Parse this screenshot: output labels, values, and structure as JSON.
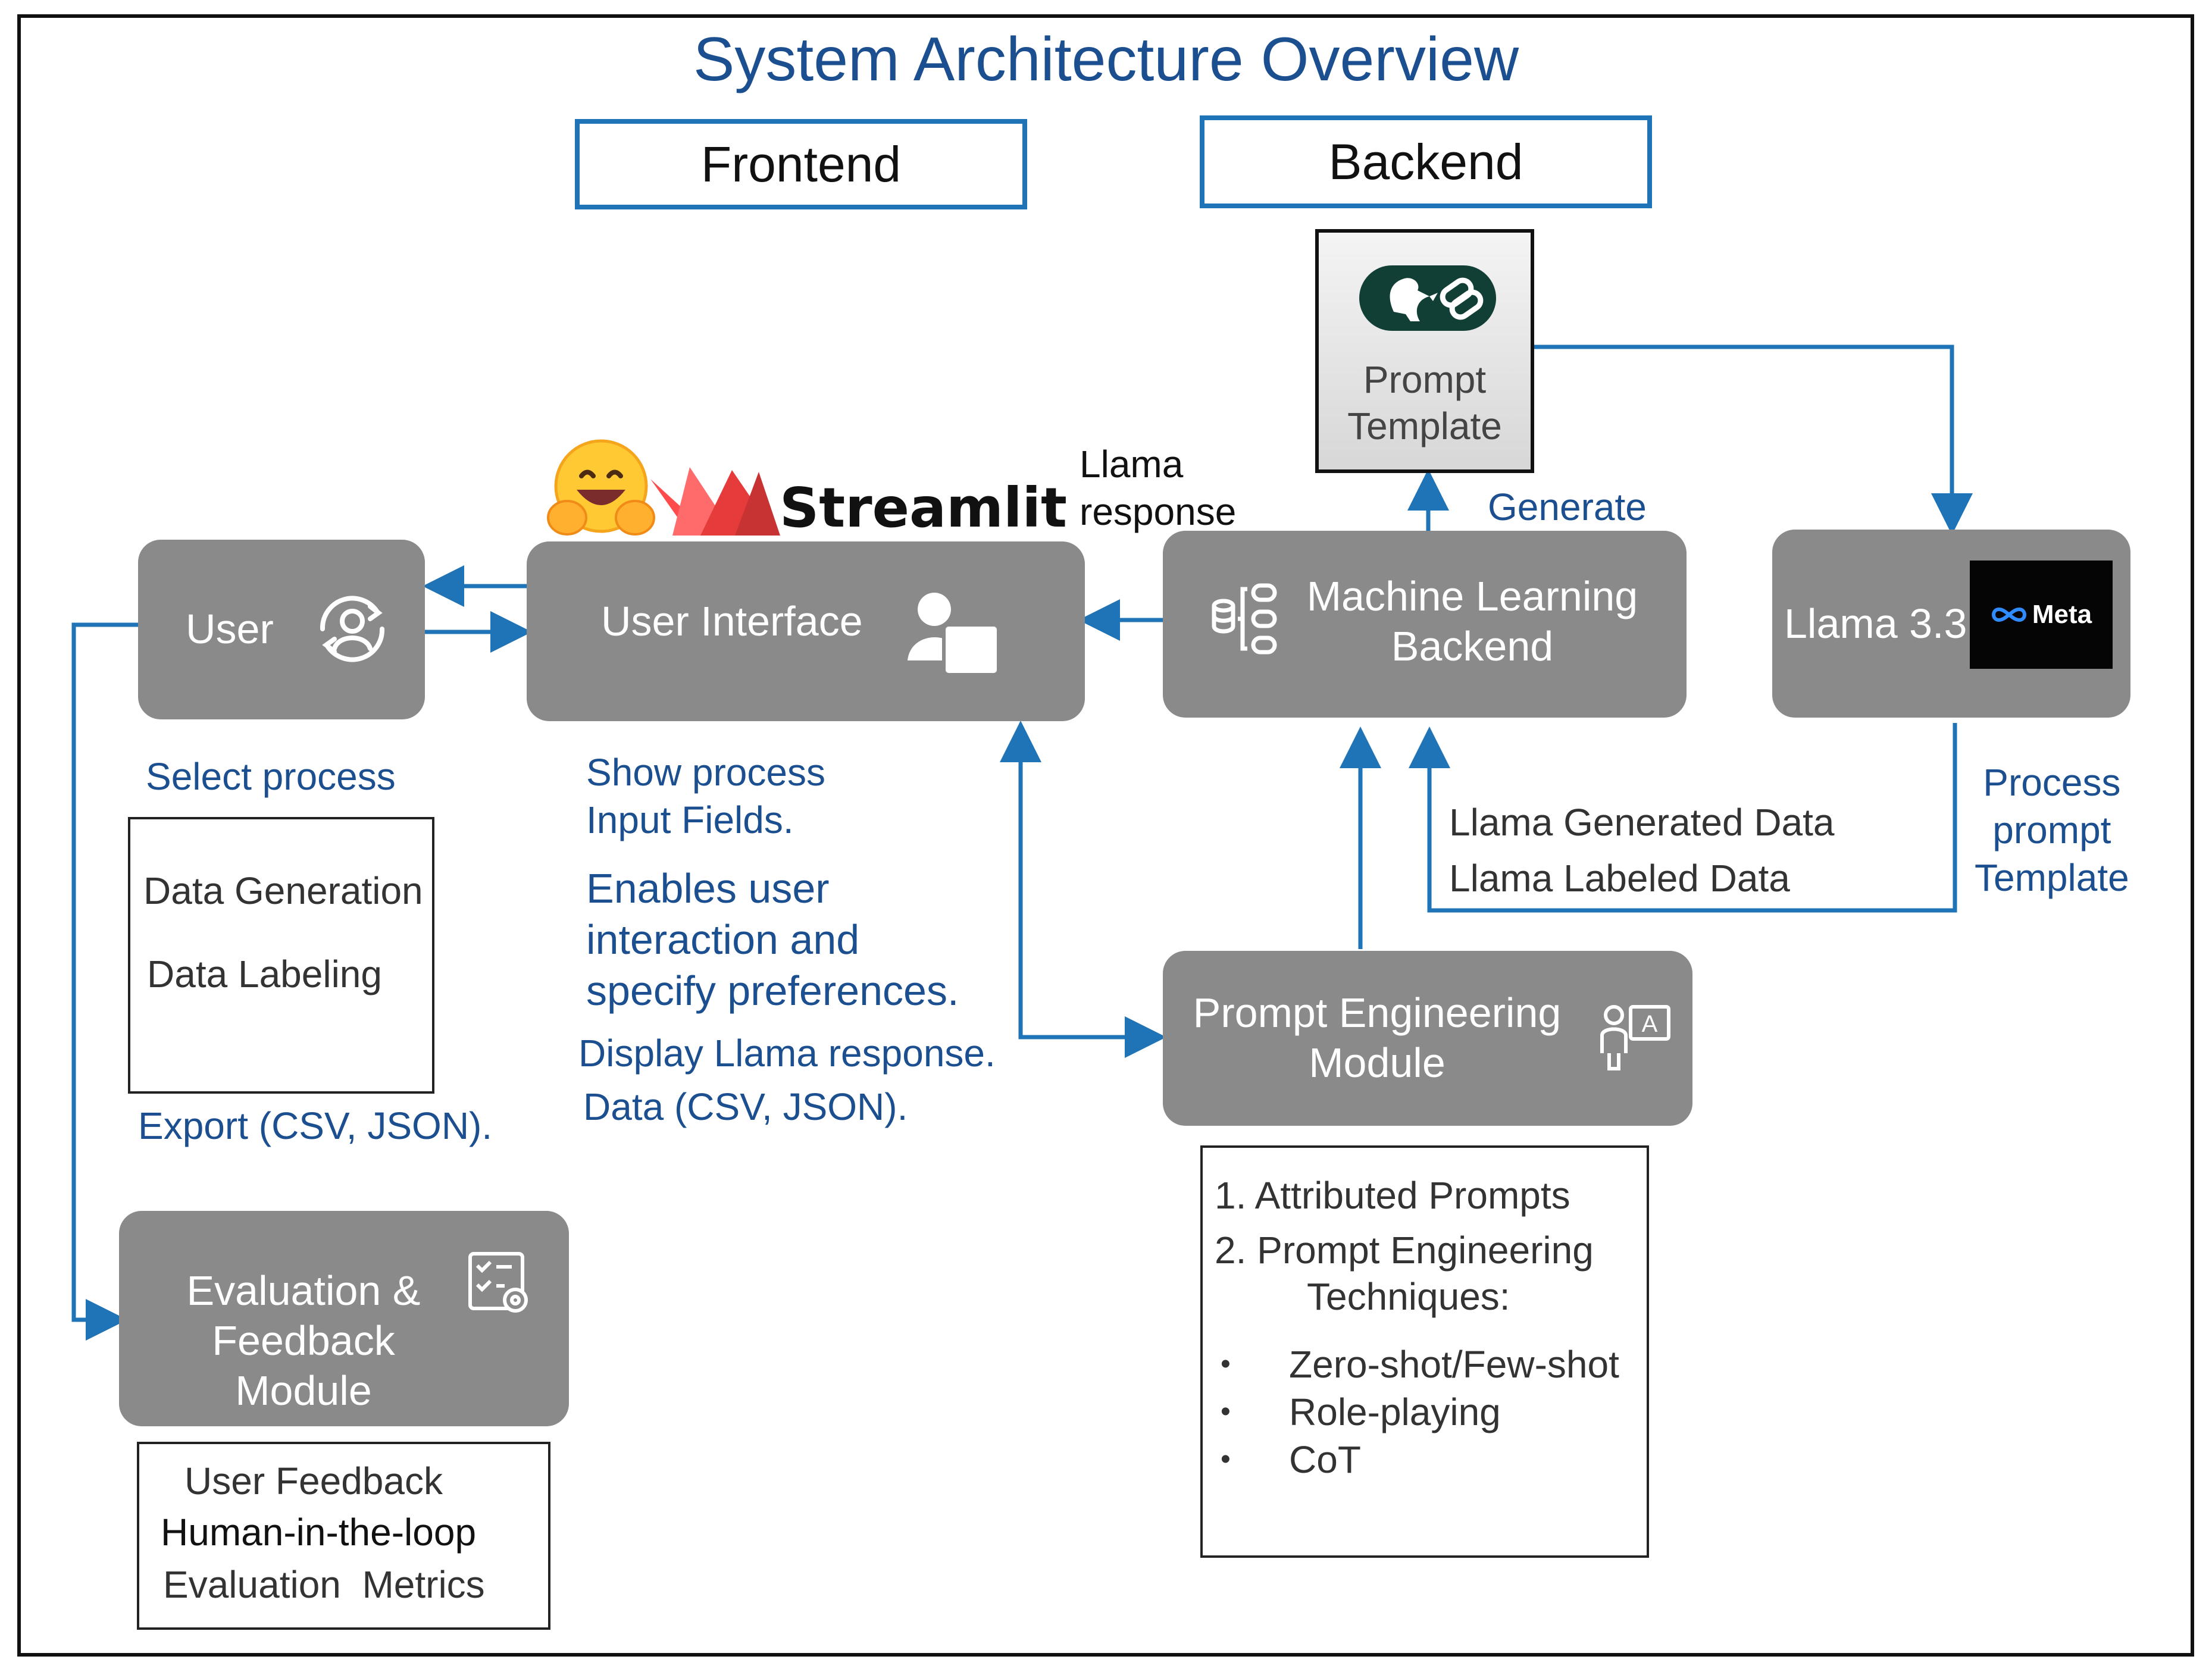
{
  "title": "System Architecture Overview",
  "headers": {
    "frontend": "Frontend",
    "backend": "Backend"
  },
  "brand": {
    "streamlit": "Streamlit",
    "meta": "Meta"
  },
  "nodes": {
    "user": "User",
    "user_interface": "User Interface",
    "ml_backend": "Machine Learning\nBackend",
    "llama": "Llama 3.3",
    "prompt_template": "Prompt\nTemplate",
    "prompt_engineering": "Prompt Engineering\nModule",
    "evaluation": "Evaluation &\nFeedback Module"
  },
  "edge_labels": {
    "llama_response": "Llama\nresponse",
    "generate": "Generate",
    "process_prompt_template": "Process\nprompt\nTemplate",
    "llama_generated_data": "Llama Generated Data",
    "llama_labeled_data": "Llama Labeled Data"
  },
  "user_notes": {
    "select_process": "Select process",
    "export": "Export (CSV, JSON)."
  },
  "process_box": {
    "items": [
      "Data Generation",
      "Data Labeling"
    ]
  },
  "ui_notes": {
    "show_process": "Show process\nInput Fields.",
    "enables": "Enables user\ninteraction and\nspecify preferences.",
    "display": "Display Llama response.",
    "data": "Data (CSV, JSON)."
  },
  "feedback_box": {
    "items": [
      "User Feedback",
      "Human-in-the-loop",
      "Evaluation  Metrics"
    ]
  },
  "prompt_box": {
    "item1": "1. Attributed Prompts",
    "item2": "2. Prompt Engineering",
    "item2b": "Techniques:",
    "bullets": [
      "Zero-shot/Few-shot",
      "Role-playing",
      "CoT"
    ]
  },
  "colors": {
    "accent_blue": "#1f73b7",
    "title_blue": "#1b4f8f",
    "box_gray": "#8a8a8a",
    "template_badge": "#123f35"
  }
}
